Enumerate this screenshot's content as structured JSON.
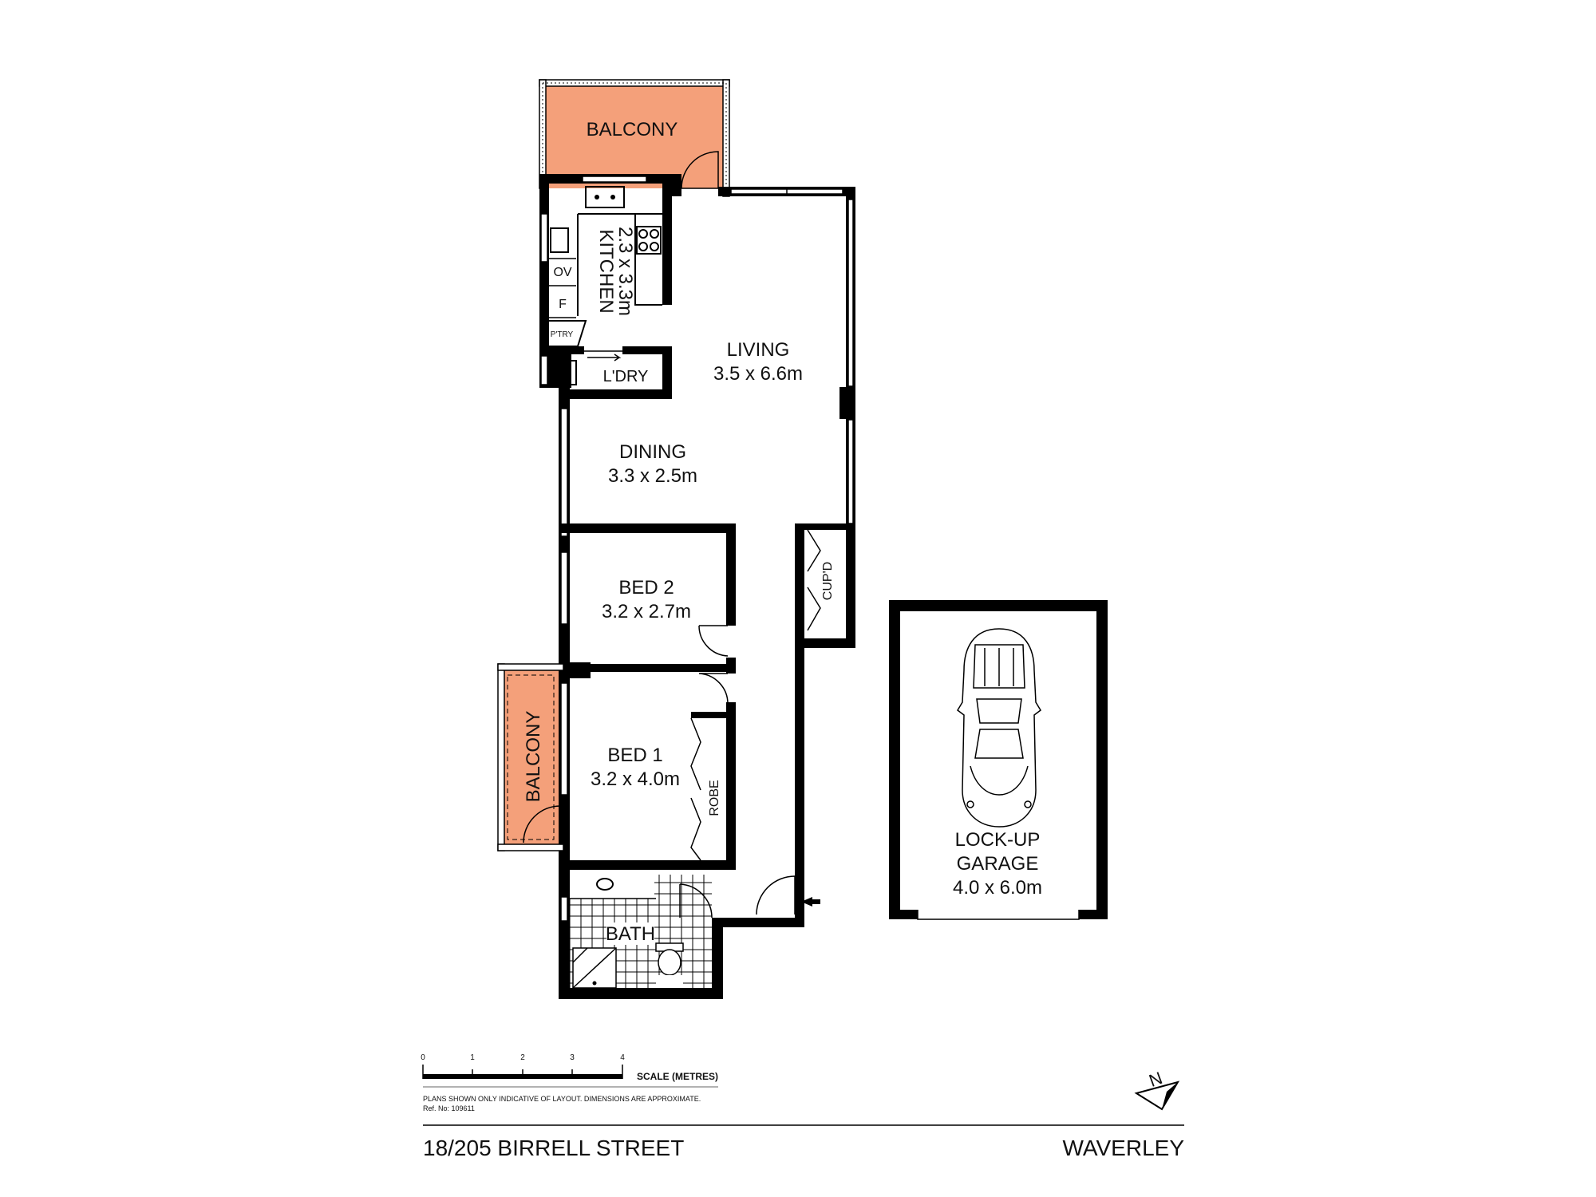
{
  "colors": {
    "balcony_fill": "#f4a07a",
    "wall": "#000000",
    "background": "#ffffff"
  },
  "rooms": {
    "balcony_top": {
      "name": "BALCONY"
    },
    "kitchen": {
      "name": "KITCHEN",
      "dims": "2.3 x 3.3m"
    },
    "oven": {
      "name": "OV"
    },
    "fridge": {
      "name": "F"
    },
    "pantry": {
      "name": "P'TRY"
    },
    "laundry": {
      "name": "L'DRY"
    },
    "living": {
      "name": "LIVING",
      "dims": "3.5 x 6.6m"
    },
    "dining": {
      "name": "DINING",
      "dims": "3.3 x 2.5m"
    },
    "cupboard": {
      "name": "CUP'D"
    },
    "bed2": {
      "name": "BED 2",
      "dims": "3.2 x 2.7m"
    },
    "bed1": {
      "name": "BED 1",
      "dims": "3.2 x 4.0m"
    },
    "robe": {
      "name": "ROBE"
    },
    "balcony_side": {
      "name": "BALCONY"
    },
    "bath": {
      "name": "BATH"
    },
    "garage": {
      "line1": "LOCK-UP",
      "line2": "GARAGE",
      "dims": "4.0 x 6.0m"
    }
  },
  "scale": {
    "ticks": [
      "0",
      "1",
      "2",
      "3",
      "4"
    ],
    "label": "SCALE (METRES)",
    "disclaimer": "PLANS SHOWN ONLY INDICATIVE OF LAYOUT.  DIMENSIONS ARE APPROXIMATE.",
    "ref": "Ref. No: 109611"
  },
  "north": {
    "label": "N",
    "icon": "north-arrow-icon"
  },
  "footer": {
    "address": "18/205 BIRRELL STREET",
    "suburb": "WAVERLEY"
  }
}
